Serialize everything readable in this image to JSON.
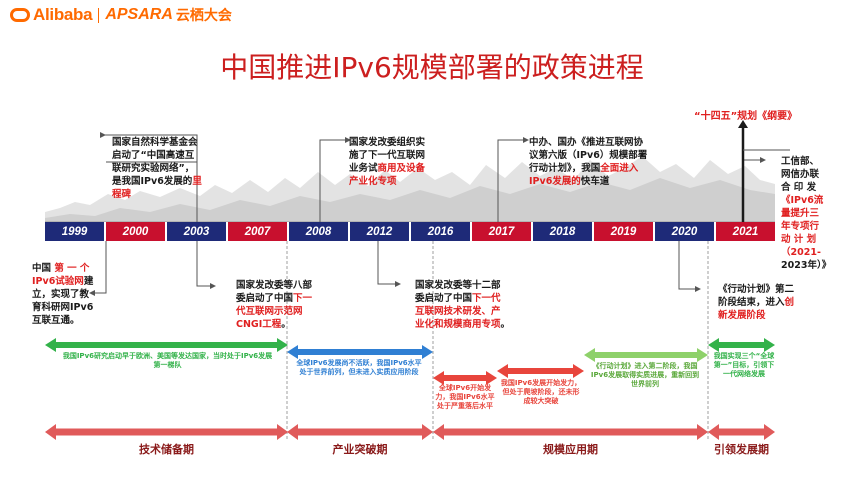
{
  "logo": {
    "brand": "Alibaba",
    "partner": "APSARA",
    "event": "云栖大会"
  },
  "title": "中国推进IPv6规模部署的政策进程",
  "timeline": {
    "years": [
      "1999",
      "2000",
      "2003",
      "2007",
      "2008",
      "2012",
      "2016",
      "2017",
      "2018",
      "2019",
      "2020",
      "2021"
    ],
    "colors": {
      "navy": "#1e2a78",
      "red": "#c8102e"
    }
  },
  "notes_top": {
    "n2003": {
      "a": "国家自然科学基金会",
      "b": "启动了“中国高速互",
      "c": "联研究实验网络”，",
      "d": "是我国IPv6发展的",
      "e": "里",
      "f": "程碑"
    },
    "n2012": {
      "a": "国家发改委组织实",
      "b": "施了下一代互联网",
      "c": "业务试",
      "d": "商用及设备",
      "e": "产业化专项"
    },
    "n2018": {
      "a": "中办、国办《推进互联网协",
      "b": "议第六版（IPv6）规模部署",
      "c": "行动计划》，我国",
      "d": "全面进入",
      "e": "IPv6发展的",
      "f": "快车道"
    },
    "plan14": {
      "a": "“十四五”规划",
      "b": "《纲要》"
    },
    "n2021": {
      "a": "工信部、",
      "b": "网信办联",
      "c": "合 印 发",
      "d": "《IPv6流",
      "e": "量提升三",
      "f": "年专项行",
      "g": "动 计 划",
      "h": "（2021-",
      "i": "2023年）》"
    }
  },
  "notes_bottom": {
    "n1999": {
      "a": "中国 ",
      "b": "第 一 个",
      "c": "IPv6试验网",
      "d": "建",
      "e": "立，实现了教",
      "f": "育科研网IPv6",
      "g": "互联互通。"
    },
    "n2007": {
      "a": "国家发改委等八部",
      "b": "委启动了中国",
      "c": "下一",
      "d": "代互联网示范网",
      "e": "CNGI工程",
      "f": "。"
    },
    "n2016": {
      "a": "国家发改委等十二部",
      "b": "委启动了中国",
      "c": "下一代",
      "d": "互联网技术研发、产",
      "e": "业化和规模商用专项",
      "f": "。"
    },
    "n2020": {
      "a": "《行动计划》第二",
      "b": "阶段结束，进入",
      "c": "创",
      "d": "新发展阶段"
    }
  },
  "stage_arrows": [
    {
      "label": "我国IPv6研究启动早于欧洲、美国等发达国家，当时处于IPv6发展第一梯队",
      "color": "#33b24a"
    },
    {
      "label": "全球IPv6发展尚不活跃，我国IPv6水平处于世界前列，但未进入实质应用阶段",
      "color": "#2f7fd3"
    },
    {
      "label": "全球IPv6开始发力，我国IPv6水平处于严重落后水平",
      "color": "#e8453c"
    },
    {
      "label": "我国IPv6发展开始发力，但处于爬坡阶段，还未形成较大突破",
      "color": "#e8453c"
    },
    {
      "label": "《行动计划》进入第二阶段，我国IPv6发展取得实质进展，重新回到世界前列",
      "color": "#8ed16a"
    },
    {
      "label": "我国实现三个“全球第一”目标，引领下一代网络发展",
      "color": "#33b24a"
    }
  ],
  "phases": [
    {
      "label": "技术储备期"
    },
    {
      "label": "产业突破期"
    },
    {
      "label": "规模应用期"
    },
    {
      "label": "引领发展期"
    }
  ],
  "colors": {
    "title_red": "#cc1f1f",
    "accent_red": "#e02020",
    "phase_red": "#e05a5a",
    "brand_orange": "#ff6a00"
  }
}
